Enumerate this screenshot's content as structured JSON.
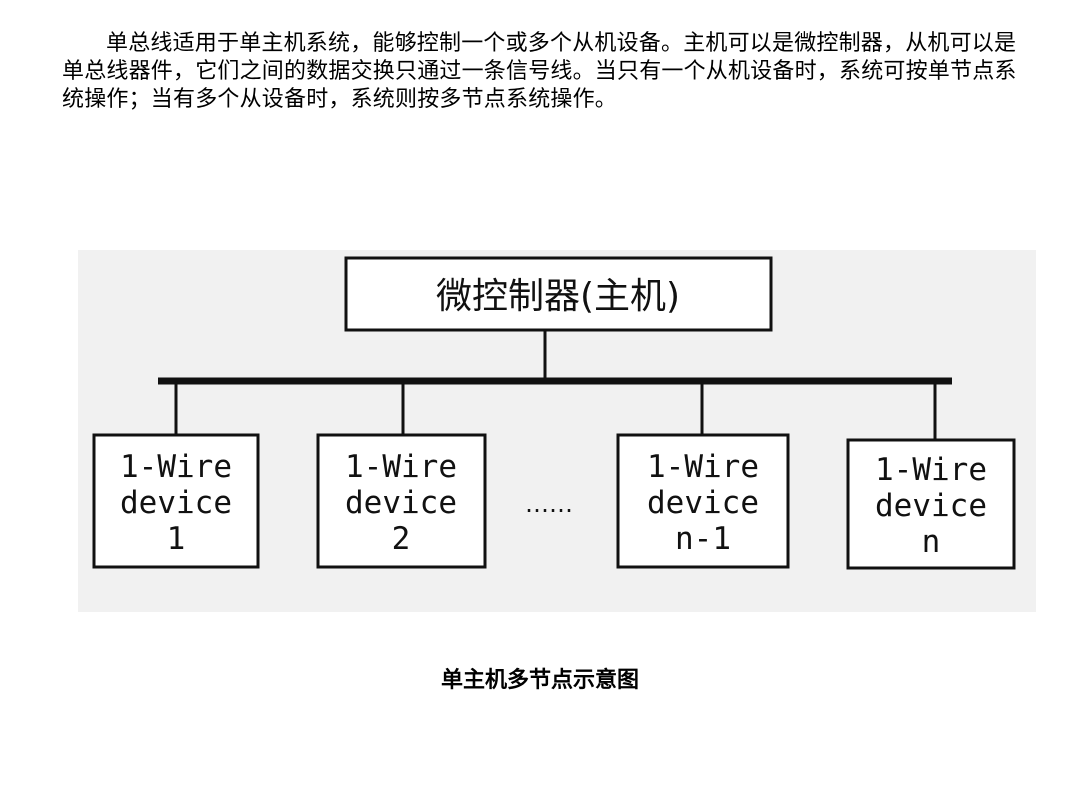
{
  "paragraph": "单总线适用于单主机系统，能够控制一个或多个从机设备。主机可以是微控制器，从机可以是单总线器件，它们之间的数据交换只通过一条信号线。当只有一个从机设备时，系统可按单节点系统操作；当有多个从设备时，系统则按多节点系统操作。",
  "diagram": {
    "host_label": "微控制器(主机)",
    "ellipsis": "……",
    "devices": [
      {
        "line1": "1-Wire",
        "line2": "device",
        "line3": "1"
      },
      {
        "line1": "1-Wire",
        "line2": "device",
        "line3": "2"
      },
      {
        "line1": "1-Wire",
        "line2": "device",
        "line3": "n-1"
      },
      {
        "line1": "1-Wire",
        "line2": "device",
        "line3": "n"
      }
    ]
  },
  "caption": "单主机多节点示意图"
}
